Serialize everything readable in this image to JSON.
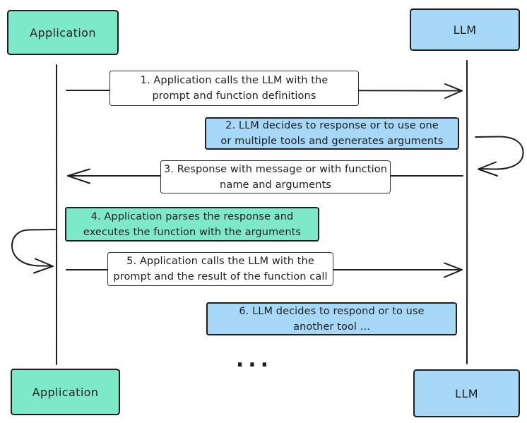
{
  "diagram": {
    "kind": "sequence-diagram",
    "colors": {
      "actor_green": "#7de9c9",
      "actor_blue": "#a8d8f7",
      "stroke": "#1e1e1e",
      "background": "#ffffff"
    },
    "actors": {
      "top_left": {
        "label": "Application"
      },
      "top_right": {
        "label": "LLM"
      },
      "bottom_left": {
        "label": "Application"
      },
      "bottom_right": {
        "label": "LLM"
      }
    },
    "steps": [
      {
        "id": 1,
        "fill": "white",
        "direction": "application-to-llm",
        "lines": [
          "1. Application calls the LLM with the",
          "prompt and function definitions"
        ]
      },
      {
        "id": 2,
        "fill": "blue",
        "direction": "llm-self-loop",
        "lines": [
          "2. LLM decides to response or to use one",
          "or multiple tools and generates arguments"
        ]
      },
      {
        "id": 3,
        "fill": "white",
        "direction": "llm-to-application",
        "lines": [
          "3. Response with message or with function",
          "name and arguments"
        ]
      },
      {
        "id": 4,
        "fill": "green",
        "direction": "application-self-loop",
        "lines": [
          "4. Application parses the response and",
          "executes the function with the arguments"
        ]
      },
      {
        "id": 5,
        "fill": "white",
        "direction": "application-to-llm",
        "lines": [
          "5. Application calls the LLM with the",
          "prompt and the result of the function call"
        ]
      },
      {
        "id": 6,
        "fill": "blue",
        "direction": "none",
        "lines": [
          "6. LLM decides to respond or to use",
          "another tool ..."
        ]
      }
    ],
    "ellipsis": "..."
  }
}
